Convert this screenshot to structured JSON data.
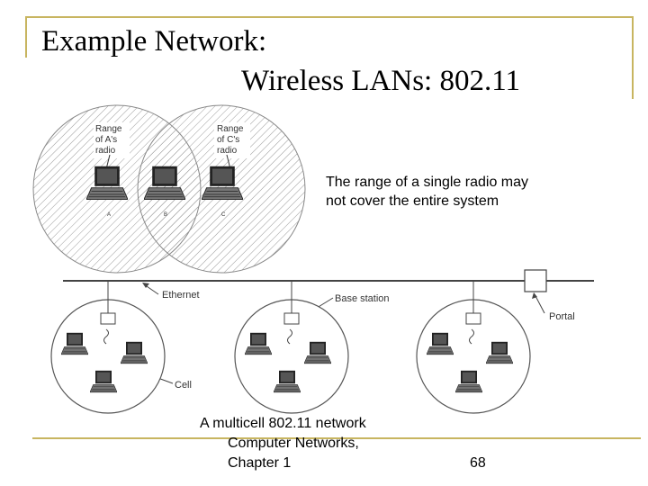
{
  "slide": {
    "title_line1": "Example Network:",
    "title_line2": "Wireless LANs: 802.11",
    "note_line1": "The range of a single radio may",
    "note_line2": "not cover the entire system",
    "caption": "A multicell 802.11 network",
    "footer_line1": "Computer Networks,",
    "footer_line2": "Chapter 1",
    "page_number": "68"
  },
  "diagram": {
    "range_a_line1": "Range",
    "range_a_line2": "of A's",
    "range_a_line3": "radio",
    "range_c_line1": "Range",
    "range_c_line2": "of C's",
    "range_c_line3": "radio",
    "station_a": "A",
    "station_b": "B",
    "station_c": "C",
    "ethernet_label": "Ethernet",
    "base_station_label": "Base station",
    "portal_label": "Portal",
    "cell_label": "Cell"
  },
  "colors": {
    "accent_border": "#c8b560"
  }
}
